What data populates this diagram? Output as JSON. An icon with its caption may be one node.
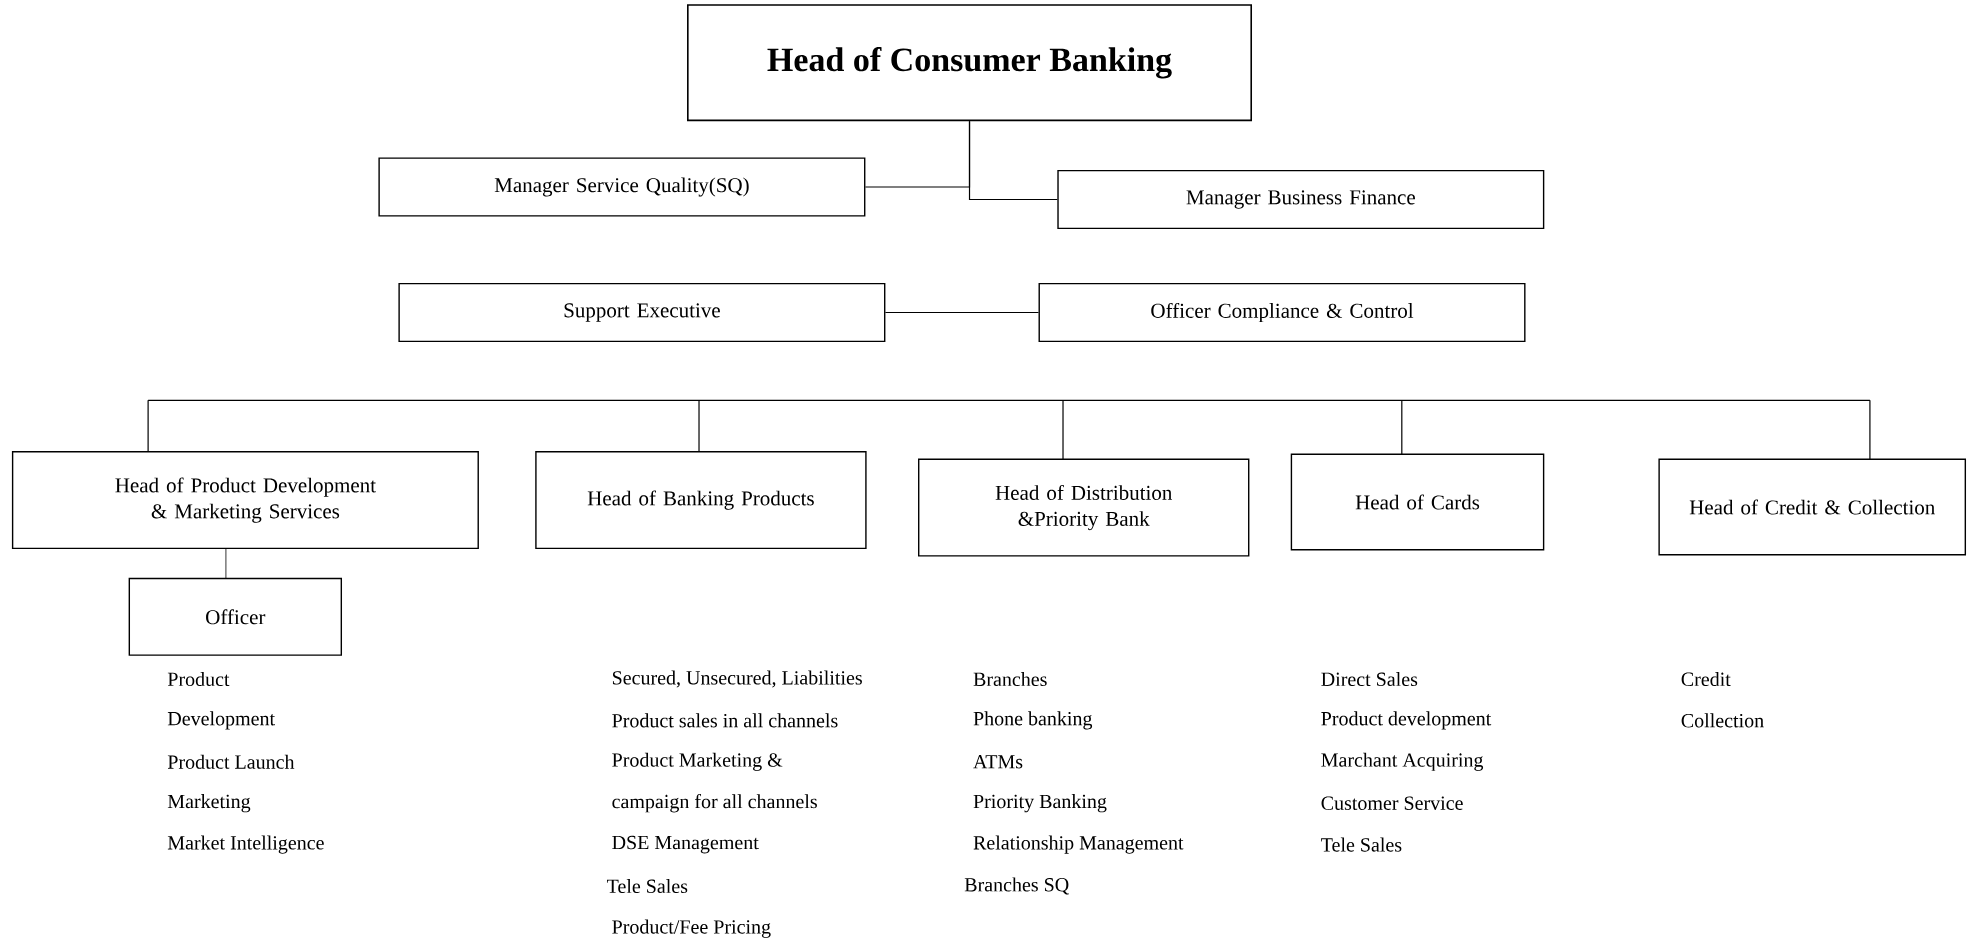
{
  "diagram": {
    "title": "Head of Consumer Banking",
    "nodes": [
      {
        "text": [
          "Manager Service Quality(SQ)"
        ]
      },
      {
        "text": [
          "Manager Business Finance"
        ]
      },
      {
        "text": [
          "Support Executive"
        ]
      },
      {
        "text": [
          "Officer Compliance & Control"
        ]
      },
      {
        "text": [
          "Head of Product Development & Marketing Services"
        ]
      },
      {
        "text": [
          "Head of Banking Products"
        ]
      },
      {
        "text": [
          "Head of Distribution &Priority Bank"
        ]
      },
      {
        "text": [
          "Head of Cards"
        ]
      },
      {
        "text": [
          "Head of Credit & Collection"
        ]
      },
      {
        "text": [
          "Officer"
        ]
      }
    ],
    "edges": [
      {
        "from": null,
        "to": 0,
        "arrow": "none"
      },
      {
        "from": null,
        "to": 1,
        "arrow": "none"
      },
      {
        "from": 2,
        "to": 3,
        "arrow": "none"
      },
      {
        "from": null,
        "to": 4,
        "arrow": "none"
      },
      {
        "from": null,
        "to": 5,
        "arrow": "none"
      },
      {
        "from": null,
        "to": 6,
        "arrow": "none"
      },
      {
        "from": null,
        "to": 7,
        "arrow": "none"
      },
      {
        "from": null,
        "to": 8,
        "arrow": "none"
      },
      {
        "from": 4,
        "to": 9,
        "arrow": "none"
      }
    ],
    "labels": [
      "Product",
      "Development",
      "Product Launch",
      "Marketing",
      "Market Intelligence",
      "Secured, Unsecured, Liabilities",
      "Product sales in all channels",
      "Product Marketing &",
      "campaign for all channels",
      "DSE Management",
      "Tele Sales",
      "Product/Fee Pricing",
      "Branches",
      "Phone banking",
      "ATMs",
      "Priority Banking",
      "Relationship Management",
      "Branches SQ",
      "Direct Sales",
      "Product development",
      "Marchant Acquiring",
      "Customer Service",
      "Tele Sales",
      "Credit",
      "Collection"
    ]
  }
}
